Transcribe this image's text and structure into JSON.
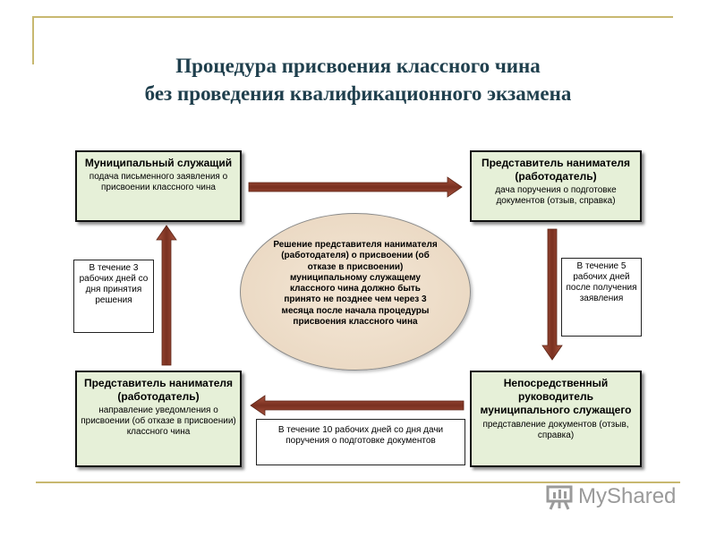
{
  "title": {
    "line1": "Процедура присвоения классного чина",
    "line2": "без проведения квалификационного экзамена"
  },
  "boxes": {
    "employee": {
      "head": "Муниципальный служащий",
      "desc": "подача письменного заявления о присвоении классного чина"
    },
    "employer_top": {
      "head": "Представитель нанимателя (работодатель)",
      "desc": "дача поручения о подготовке документов (отзыв, справка)"
    },
    "supervisor": {
      "head": "Непосредственный руководитель муниципального служащего",
      "desc": "представление документов (отзыв, справка)"
    },
    "employer_bottom": {
      "head": "Представитель нанимателя (работодатель)",
      "desc": "направление уведомления о присвоении (об отказе в присвоении) классного чина"
    }
  },
  "notes": {
    "left": "В течение 3 рабочих дней со дня принятия решения",
    "right": "В течение 5 рабочих дней после получения заявления",
    "bottom": "В течение 10 рабочих дней со дня дачи поручения о подготовке документов"
  },
  "center_text": "Решение представителя нанимателя (работодателя) о присвоении (об отказе в присвоении) муниципальному служащему классного чина должно быть принято не позднее чем через 3 месяца после начала процедуры присвоения классного чина",
  "logo": {
    "text": "MyShared",
    "icon": "chart-board-icon"
  },
  "colors": {
    "box_fill": "#e6f0d8",
    "arrow": "#8b3a2a",
    "title": "#1f3f4d",
    "frame": "#c8b870",
    "ellipse": "#ead8c2"
  }
}
